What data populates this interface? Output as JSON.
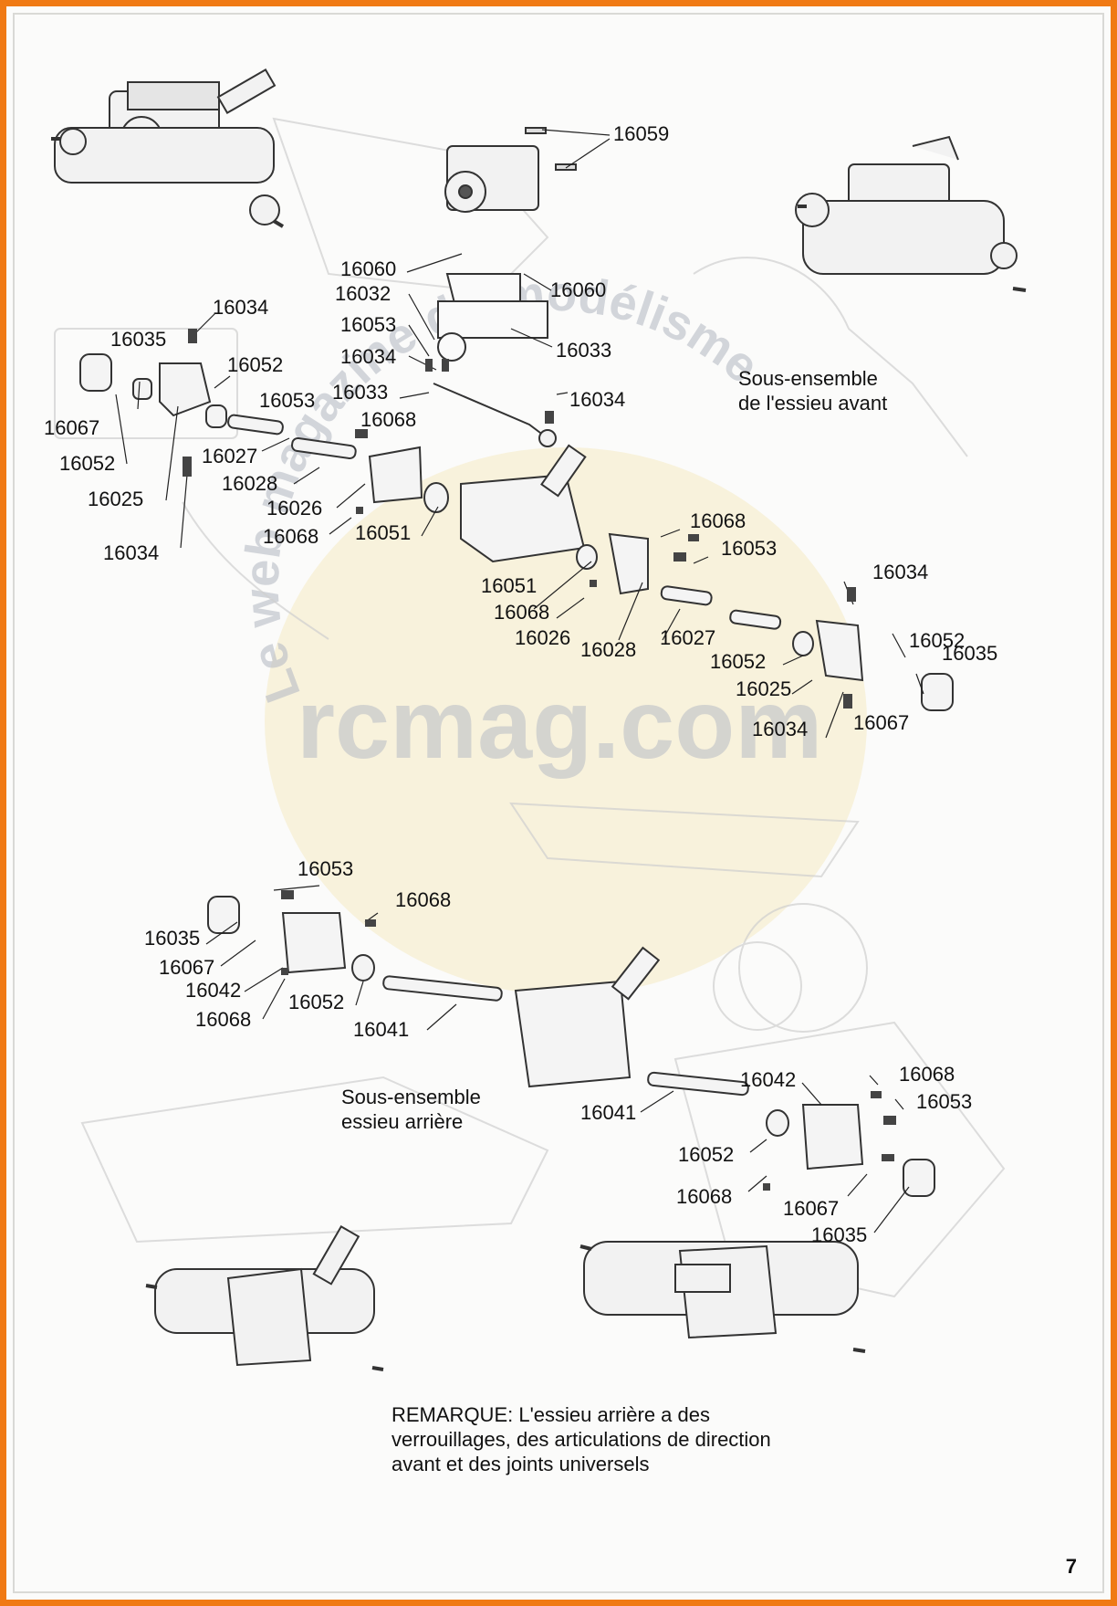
{
  "watermark": {
    "site": "rcmag.com",
    "arc_text": "Le web magazine du modélisme"
  },
  "captions": {
    "front_subassembly": [
      "Sous-ensemble",
      "de l'essieu avant"
    ],
    "rear_subassembly": [
      "Sous-ensemble",
      "essieu arrière"
    ],
    "note": [
      "REMARQUE: L'essieu arrière a des",
      "verrouillages, des articulations de direction",
      "avant et des joints universels"
    ]
  },
  "part_labels": [
    "16059",
    "16060",
    "16060",
    "16032",
    "16053",
    "16034",
    "16033",
    "16033",
    "16068",
    "16034",
    "16034",
    "16035",
    "16052",
    "16053",
    "16067",
    "16052",
    "16027",
    "16028",
    "16025",
    "16026",
    "16068",
    "16051",
    "16034",
    "16068",
    "16053",
    "16051",
    "16068",
    "16026",
    "16028",
    "16027",
    "16034",
    "16052",
    "16035",
    "16052",
    "16025",
    "16034",
    "16067",
    "16053",
    "16068",
    "16035",
    "16067",
    "16042",
    "16068",
    "16052",
    "16041",
    "16042",
    "16068",
    "16053",
    "16041",
    "16052",
    "16068",
    "16067",
    "16035"
  ],
  "page_number": "7"
}
